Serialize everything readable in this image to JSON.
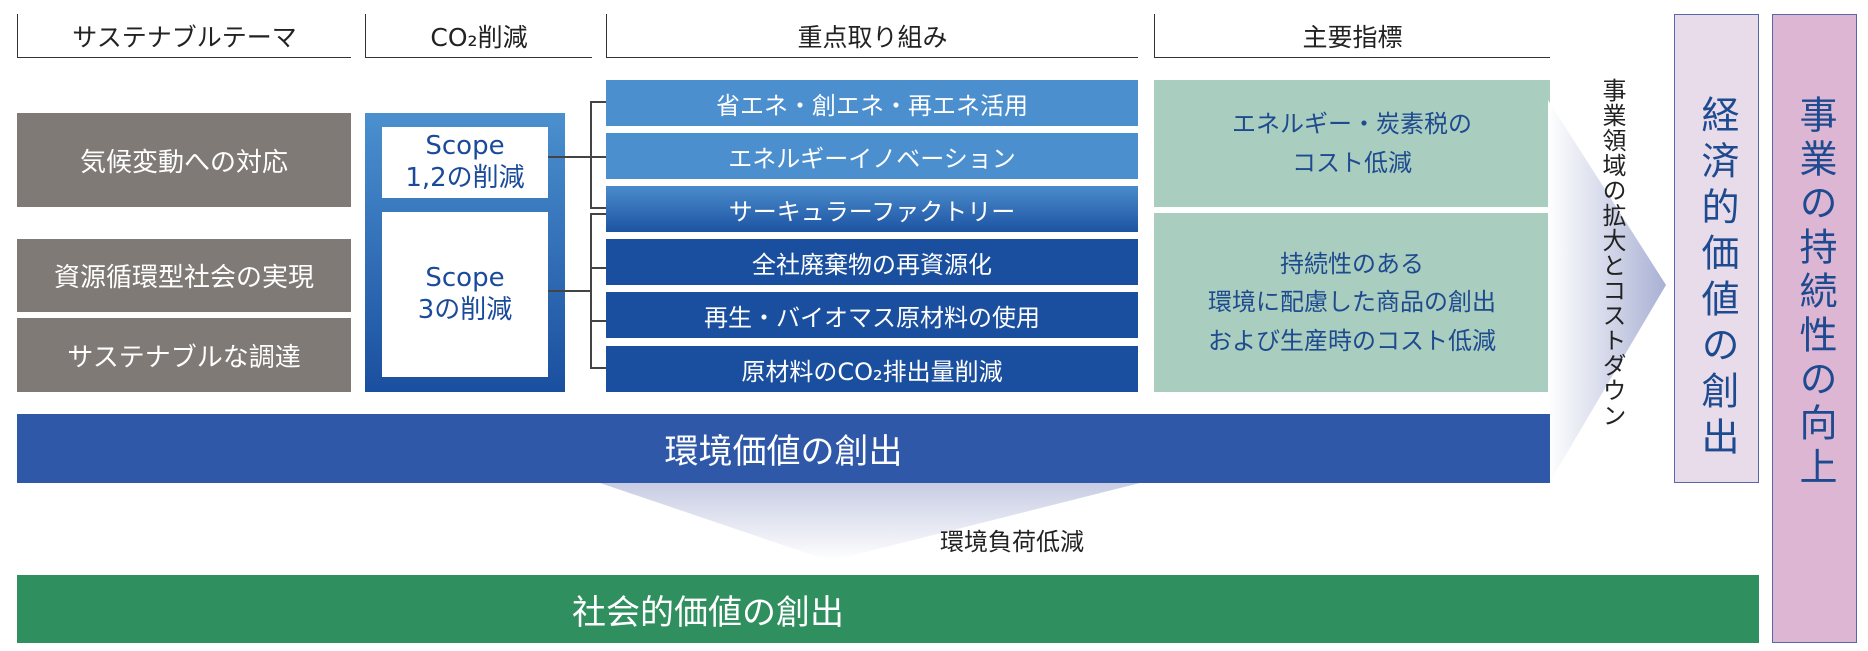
{
  "headers": {
    "theme": "サステナブルテーマ",
    "co2": "CO₂削減",
    "focus": "重点取り組み",
    "kpi": "主要指標"
  },
  "themes": [
    "気候変動への対応",
    "資源循環型社会の実現",
    "サステナブルな調達"
  ],
  "scopes": {
    "s12": "Scope\n1,2の削減",
    "s3": "Scope\n3の削減"
  },
  "initiatives": [
    "省エネ・創エネ・再エネ活用",
    "エネルギーイノベーション",
    "サーキュラーファクトリー",
    "全社廃棄物の再資源化",
    "再生・バイオマス原材料の使用",
    "原材料のCO₂排出量削減"
  ],
  "kpis": [
    "エネルギー・炭素税の\nコスト低減",
    "持続性のある\n環境に配慮した商品の創出\nおよび生産時のコスト低減"
  ],
  "env_value": "環境価値の創出",
  "load_reduction": "環境負荷低減",
  "social_value": "社会的価値の創出",
  "expansion": "事業領域の拡大とコストダウン",
  "economic_value": "経済的価値の創出",
  "sustainability": "事業の持続性の向上",
  "colors": {
    "gray": "#7f7a76",
    "blue_light": "#4c8fcf",
    "blue_dark": "#1a4f9f",
    "env_bar": "#2f58a8",
    "social_bar": "#2f8f5e",
    "kpi_bg": "#a9cdbf",
    "econ_bg": "#e8dcea",
    "sust_bg": "#ddb6d3"
  }
}
